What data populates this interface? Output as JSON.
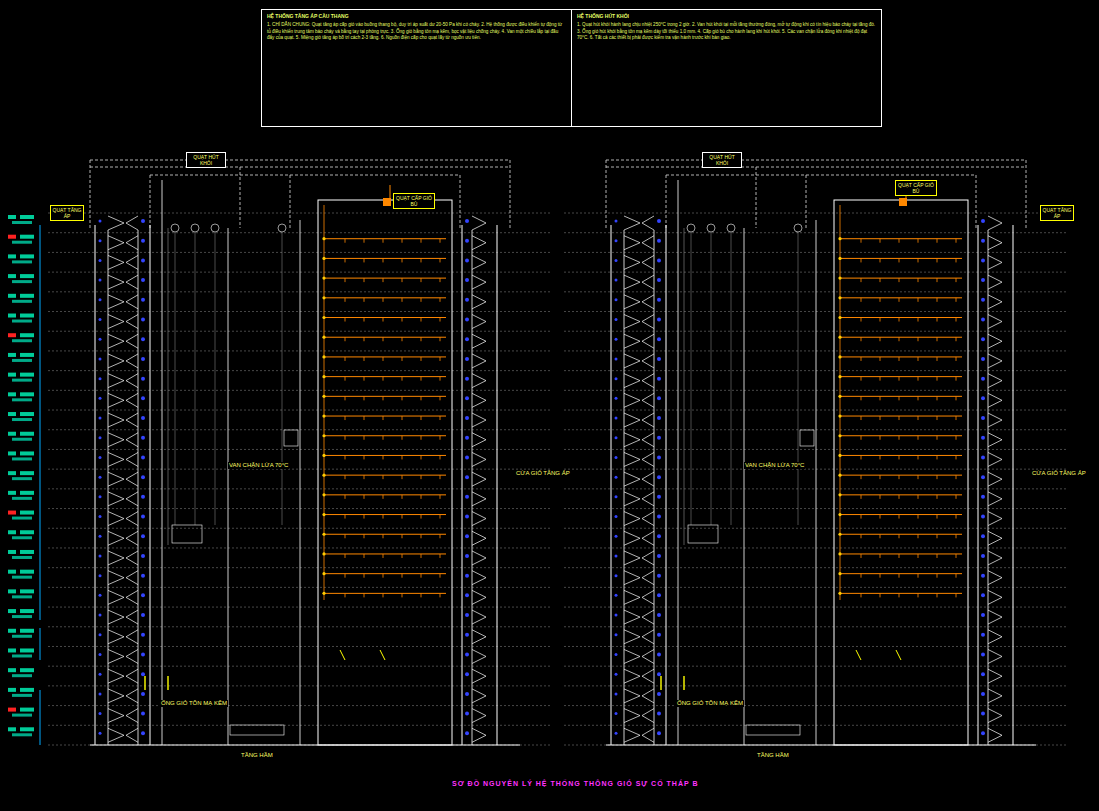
{
  "diagram": {
    "caption": "SƠ ĐỒ NGUYÊN LÝ HỆ THỐNG THÔNG GIÓ SỰ CỐ THÁP B",
    "nodes": [
      {
        "text": [
          "HỆ THỐNG TĂNG ÁP CẦU THANG",
          "1. CHỈ DẪN CHUNG: Quạt tăng áp cấp gió vào buồng thang bộ, duy trì áp suất dư 20-50 Pa khi có cháy. 2. Hệ thống được điều khiển tự động từ tủ điều khiển trung tâm báo cháy và bằng tay tại phòng trực. 3. Ống gió bằng tôn mạ kẽm, bọc vật liệu chống cháy. 4. Van một chiều lắp tại đầu đẩy của quạt. 5. Miệng gió tăng áp bố trí cách 2-3 tầng. 6. Nguồn điện cấp cho quạt lấy từ nguồn ưu tiên."
        ]
      },
      {
        "text": [
          "HỆ THỐNG HÚT KHÓI",
          "1. Quạt hút khói hành lang chịu nhiệt 250°C trong 2 giờ. 2. Van hút khói tại mỗi tầng thường đóng, mở tự động khi có tín hiệu báo cháy tại tầng đó. 3. Ống gió hút khói bằng tôn mạ kẽm dày tối thiểu 1.0 mm. 4. Cấp gió bù cho hành lang khi hút khói. 5. Các van chặn lửa đóng khi nhiệt độ đạt 70°C. 6. Tất cả các thiết bị phải được kiểm tra vận hành trước khi bàn giao."
        ]
      },
      {
        "text": [
          "QUẠT HÚT KHÓI"
        ]
      },
      {
        "text": [
          "QUẠT HÚT KHÓI"
        ]
      },
      {
        "text": [
          "QUẠT TĂNG ÁP"
        ]
      },
      {
        "text": [
          "QUẠT TĂNG ÁP"
        ]
      },
      {
        "text": [
          "QUẠT CẤP GIÓ BÙ"
        ]
      },
      {
        "text": [
          "QUẠT CẤP GIÓ BÙ"
        ]
      }
    ],
    "labels": [
      "VAN CHẶN LỬA 70°C",
      "CỬA GIÓ TĂNG ÁP",
      "ỐNG GIÓ TÔN MẠ KẼM",
      "TẦNG HẦM",
      "VAN CHẶN LỬA 70°C",
      "CỬA GIÓ TĂNG ÁP",
      "ỐNG GIÓ TÔN MẠ KẼM",
      "TẦNG HẦM"
    ]
  }
}
